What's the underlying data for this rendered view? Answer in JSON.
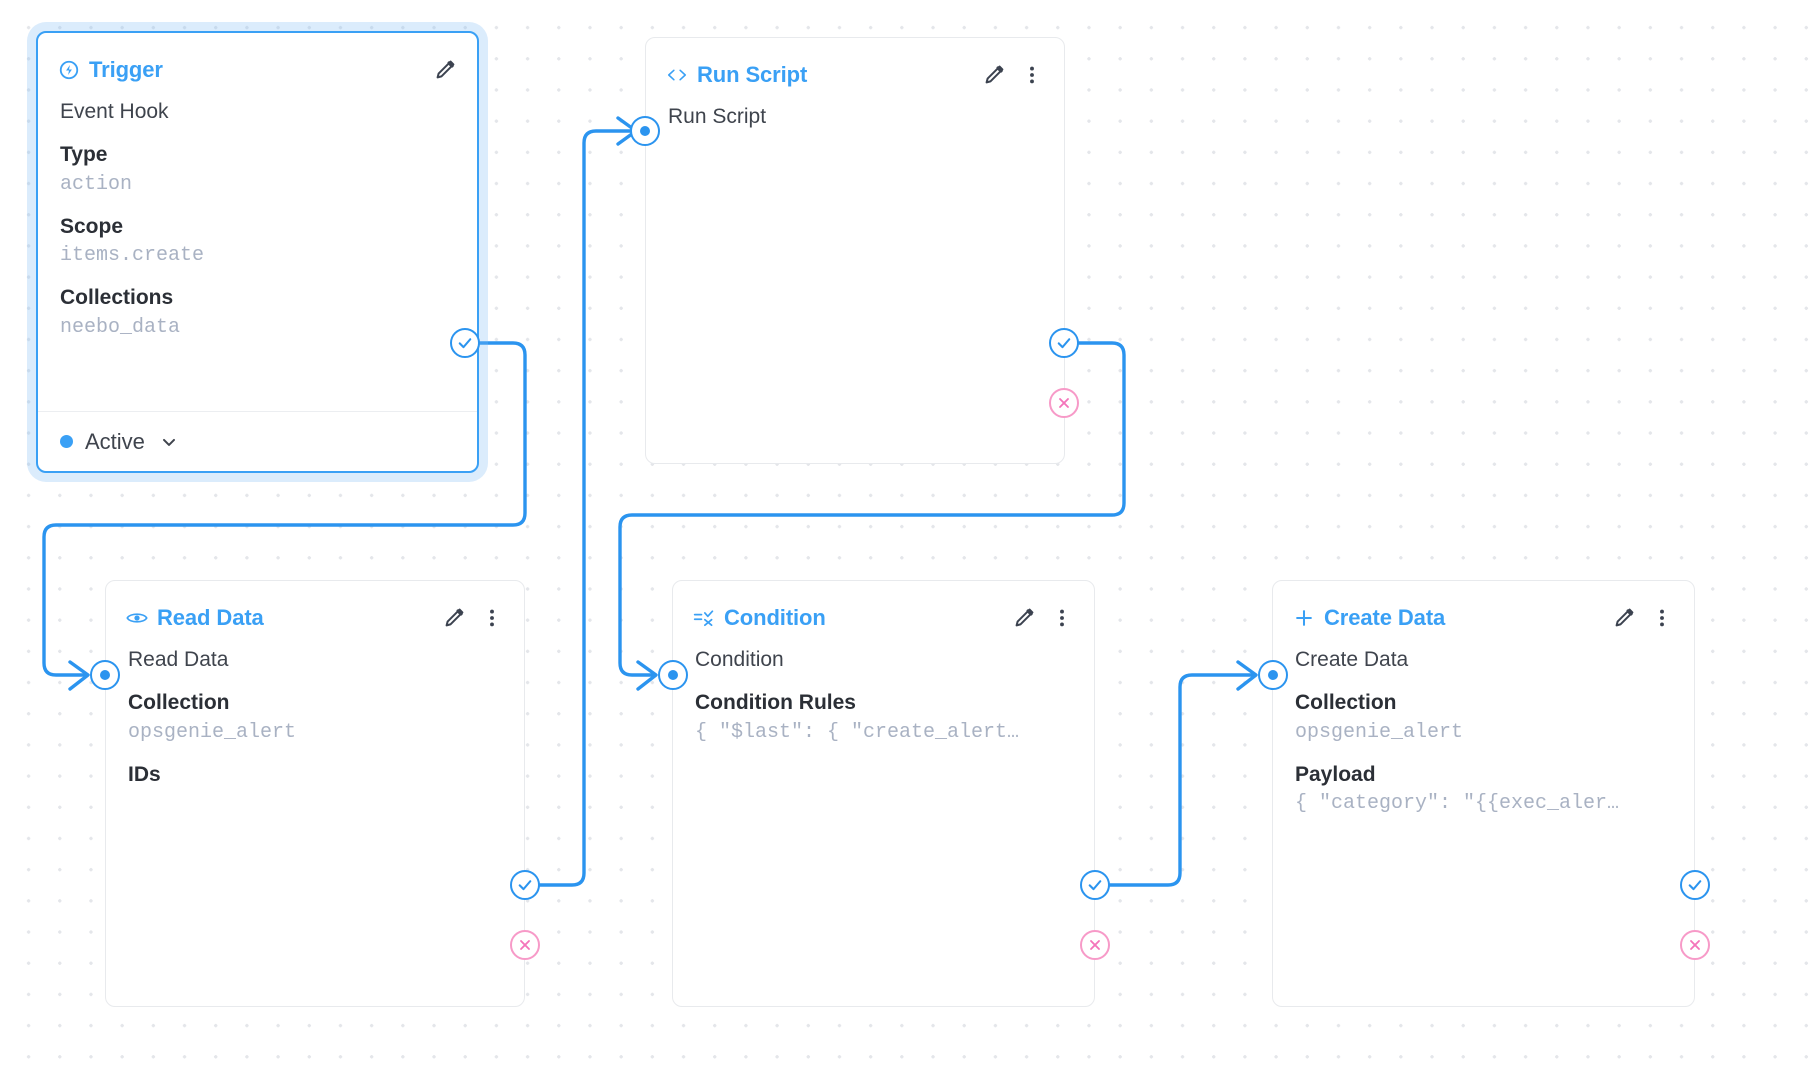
{
  "canvas": {
    "background": "#ffffff",
    "grid_dot_color": "#e4e6ea",
    "accent": "#3aa0f5",
    "wire_color": "#2b94ef",
    "reject_color": "#f79ac8",
    "mono_value_color": "#a9b2c3"
  },
  "nodes": [
    {
      "id": "trigger",
      "icon": "lightning-circle-icon",
      "title": "Trigger",
      "row_main": "Event Hook",
      "fields": [
        {
          "label": "Type",
          "value": "action"
        },
        {
          "label": "Scope",
          "value": "items.create"
        },
        {
          "label": "Collections",
          "value": "neebo_data"
        }
      ],
      "status": {
        "label": "Active",
        "dot_color": "#3aa0f5"
      },
      "actions": [
        "edit-icon"
      ]
    },
    {
      "id": "run-script",
      "icon": "code-brackets-icon",
      "title": "Run Script",
      "row_main": "Run Script",
      "fields": [],
      "actions": [
        "edit-icon",
        "more-vertical-icon"
      ]
    },
    {
      "id": "read-data",
      "icon": "eye-icon",
      "title": "Read Data",
      "row_main": "Read Data",
      "fields": [
        {
          "label": "Collection",
          "value": "opsgenie_alert"
        },
        {
          "label": "IDs",
          "value": ""
        }
      ],
      "actions": [
        "edit-icon",
        "more-vertical-icon"
      ]
    },
    {
      "id": "condition",
      "icon": "condition-icon",
      "title": "Condition",
      "row_main": "Condition",
      "fields": [
        {
          "label": "Condition Rules",
          "value": "{ \"$last\": { \"create_alert…"
        }
      ],
      "actions": [
        "edit-icon",
        "more-vertical-icon"
      ]
    },
    {
      "id": "create-data",
      "icon": "plus-icon",
      "title": "Create Data",
      "row_main": "Create Data",
      "fields": [
        {
          "label": "Collection",
          "value": "opsgenie_alert"
        },
        {
          "label": "Payload",
          "value": "{ \"category\": \"{{exec_aler…"
        }
      ],
      "actions": [
        "edit-icon",
        "more-vertical-icon"
      ]
    }
  ],
  "handles": {
    "input_name": "input-handle",
    "resolve_name": "resolve-handle",
    "reject_name": "reject-handle"
  }
}
